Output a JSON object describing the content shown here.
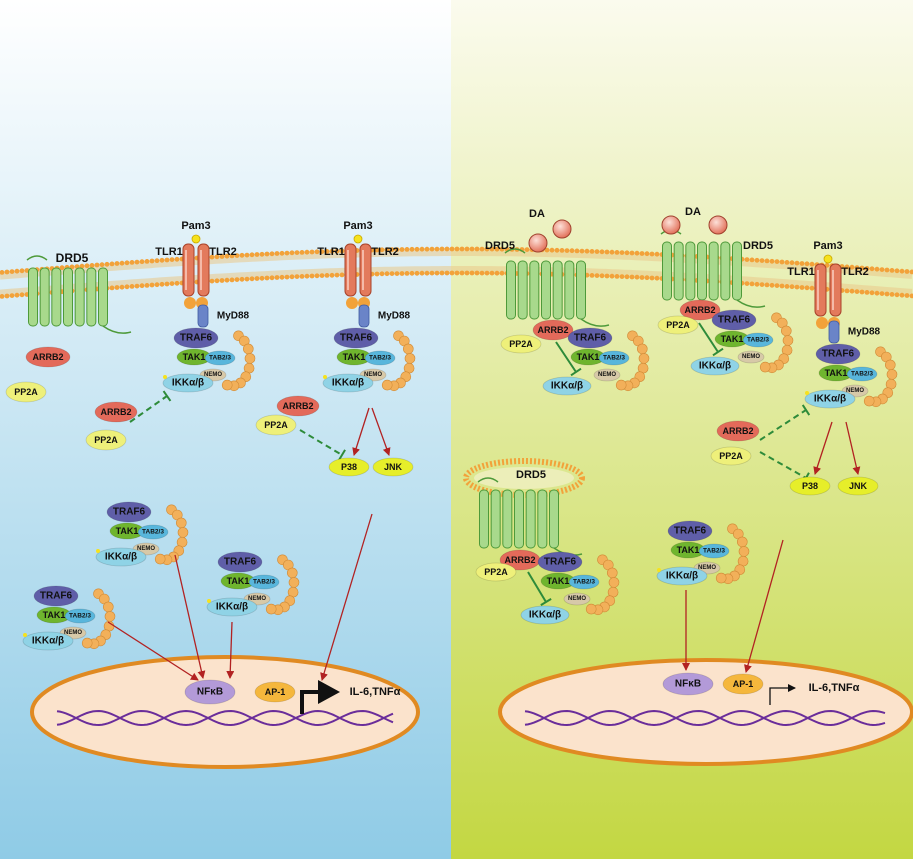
{
  "labels": {
    "drd5": "DRD5",
    "pam3": "Pam3",
    "tlr1": "TLR1",
    "tlr2": "TLR2",
    "myd88": "MyD88",
    "traf6": "TRAF6",
    "tak1": "TAK1",
    "tab23": "TAB2/3",
    "nemo": "NEMO",
    "ikk": "IKKα/β",
    "arrb2": "ARRB2",
    "pp2a": "PP2A",
    "p38": "P38",
    "jnk": "JNK",
    "nfkb": "NFκB",
    "ap1": "AP-1",
    "cytokines": "IL-6,TNFα",
    "da": "DA"
  },
  "colors": {
    "left_bg_top": "#ffffff",
    "left_bg_bottom": "#8fcbe6",
    "right_bg_top": "#fbfbee",
    "right_bg_bottom": "#c3d742",
    "membrane_head": "#f2a23a",
    "receptor_green": "#a8d98c",
    "tlr_red": "#e37a5c",
    "myd88_blue": "#6a84c8",
    "traf6_purple": "#5f5ea8",
    "tak1_green": "#6fb52e",
    "tab_blue": "#58b6dc",
    "nemo_tan": "#d7c9a8",
    "ikk_cyan": "#8fd3e6",
    "arrb2_red": "#e36a5a",
    "pp2a_yellow": "#eef07a",
    "kinase_yellow": "#e6ee2a",
    "nfkb_purple": "#b39ad8",
    "ap1_orange": "#f5b73c",
    "nucleus_fill": "#fbe3cc",
    "nucleus_stroke": "#e08a22",
    "dna_purple": "#6a2d9a",
    "activation_arrow": "#b22222",
    "inhibition_line": "#2e8b3a"
  }
}
